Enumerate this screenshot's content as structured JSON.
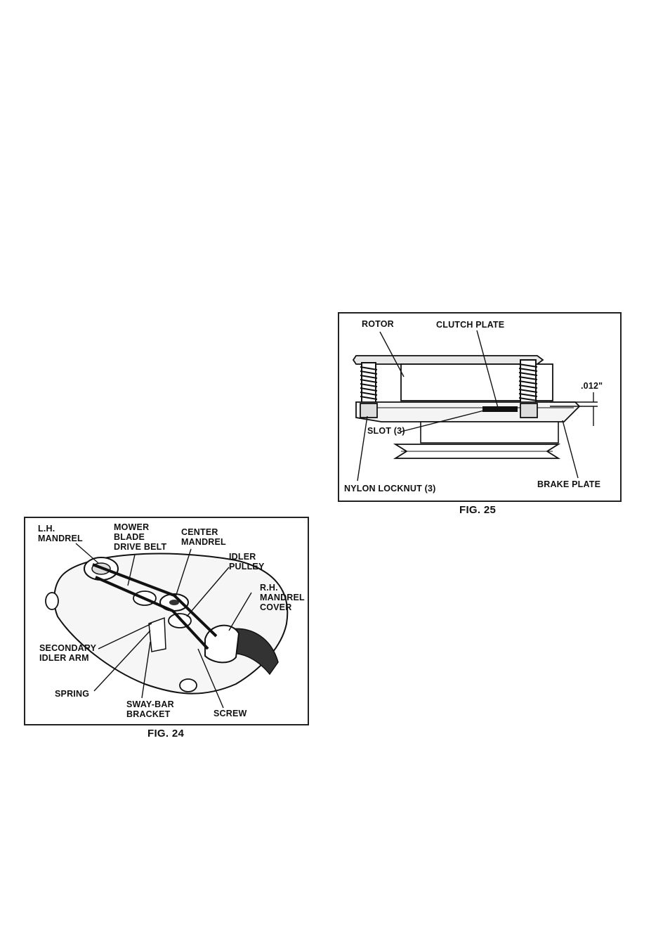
{
  "fig24": {
    "caption": "FIG. 24",
    "labels": {
      "lh_mandrel": "L.H.\nMANDREL",
      "mower_blade_drive_belt": "MOWER\nBLADE\nDRIVE BELT",
      "center_mandrel": "CENTER\nMANDREL",
      "idler_pulley": "IDLER\nPULLEY",
      "rh_mandrel_cover": "R.H.\nMANDREL\nCOVER",
      "secondary_idler_arm": "SECONDARY\nIDLER ARM",
      "spring": "SPRING",
      "sway_bar_bracket": "SWAY-BAR\nBRACKET",
      "screw": "SCREW"
    }
  },
  "fig25": {
    "caption": "FIG. 25",
    "labels": {
      "rotor": "ROTOR",
      "clutch_plate": "CLUTCH PLATE",
      "gap": ".012\"",
      "slot": "SLOT (3)",
      "nylon_locknut": "NYLON LOCKNUT (3)",
      "brake_plate": "BRAKE PLATE"
    }
  }
}
